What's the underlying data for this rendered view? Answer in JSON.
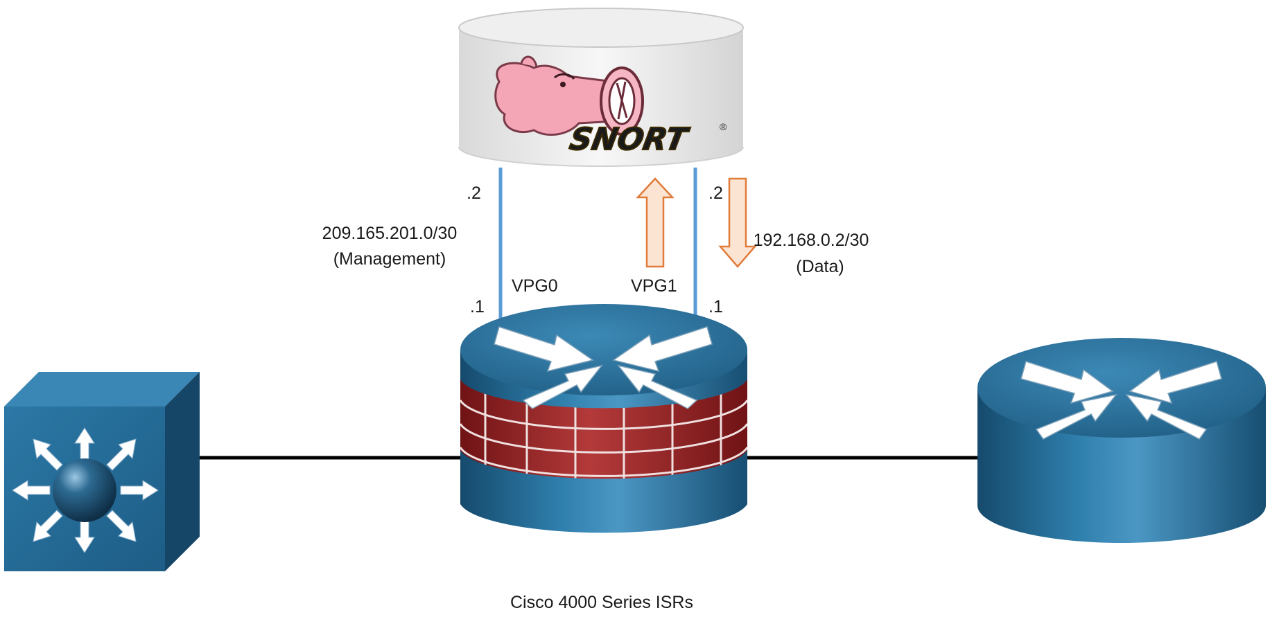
{
  "snort": {
    "logo_text": "SNORT",
    "trademark": "®"
  },
  "links": {
    "management": {
      "iface": "VPG0",
      "top_host": ".2",
      "bottom_host": ".1",
      "subnet": "209.165.201.0/30",
      "purpose": "(Management)"
    },
    "data": {
      "iface": "VPG1",
      "top_host": ".2",
      "bottom_host": ".1",
      "subnet": "192.168.0.2/30",
      "purpose": "(Data)"
    }
  },
  "router_caption": "Cisco 4000 Series ISRs",
  "colors": {
    "device_blue": "#2f6f97",
    "device_dark": "#1b4e70",
    "link_blue": "#5b9bd5",
    "arrow_orange": "#e07b39",
    "arrow_fill": "#fce4d3",
    "brick_red": "#a3262a",
    "cable": "#000000"
  }
}
